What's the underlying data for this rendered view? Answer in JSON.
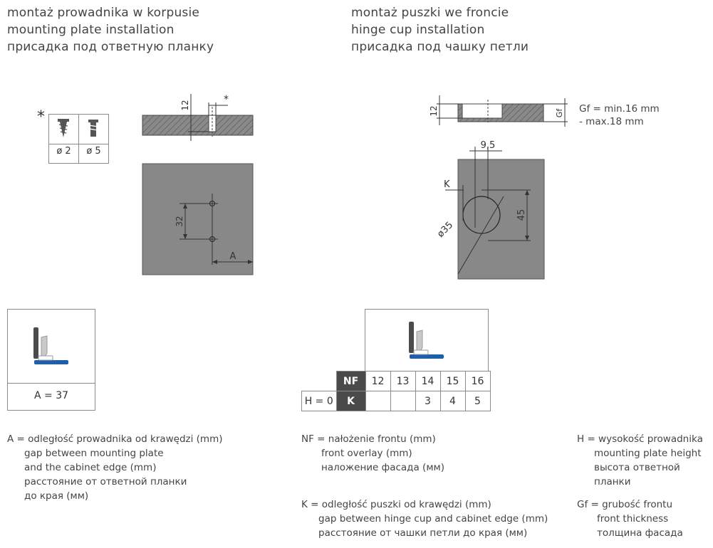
{
  "left_title": {
    "pl": "montaż prowadnika w korpusie",
    "en": "mounting plate installation",
    "ru": "присадка под ответную планку"
  },
  "right_title": {
    "pl": "montaż puszki we froncie",
    "en": "hinge cup installation",
    "ru": "присадка под чашку петли"
  },
  "screw_table": {
    "asterisk": "*",
    "values": [
      "ø 2",
      "ø 5"
    ]
  },
  "plate_drawing": {
    "dim_top": "12",
    "asterisk": "*",
    "dim_hole_spacing": "32",
    "dim_a": "A"
  },
  "cup_drawing": {
    "dim_depth": "12",
    "dim_gf": "Gf",
    "gf_note_1": "Gf = min.16 mm",
    "gf_note_2": "- max.18 mm",
    "dim_offset": "9,5",
    "dim_k": "K",
    "dim_diameter": "ø35",
    "dim_height": "45"
  },
  "a_box": {
    "label": "A = 37"
  },
  "nf_table": {
    "header": "NF",
    "columns": [
      "12",
      "13",
      "14",
      "15",
      "16"
    ],
    "row_label": "H = 0",
    "row_key": "K",
    "values": [
      "",
      "",
      "3",
      "4",
      "5"
    ]
  },
  "legend_a": {
    "l1": "A = odległość prowadnika od krawędzi (mm)",
    "l2": "gap between mounting plate",
    "l3": "and the cabinet edge (mm)",
    "l4": "расстояние от ответной планки",
    "l5": "до края (мм)"
  },
  "legend_nf": {
    "l1": "NF = nałożenie frontu (mm)",
    "l2": "front overlay (mm)",
    "l3": "наложение фасада (мм)"
  },
  "legend_k": {
    "l1": "K = odległość puszki od krawędzi (mm)",
    "l2": "gap between hinge cup and cabinet edge (mm)",
    "l3": "расстояние от чашки петли до края (мм)"
  },
  "legend_h": {
    "l1": "H = wysokość prowadnika",
    "l2": "mounting plate height",
    "l3": "высота ответной",
    "l4": "планки"
  },
  "legend_gf": {
    "l1": "Gf = grubość frontu",
    "l2": "front thickness",
    "l3": "толщина фасада"
  },
  "colors": {
    "panel_grey": "#888888",
    "hatch_grey": "#7f7f7f",
    "hinge_blue": "#1f5fa8",
    "hinge_dark": "#4b4b4b",
    "table_dark": "#4a4a4a"
  }
}
